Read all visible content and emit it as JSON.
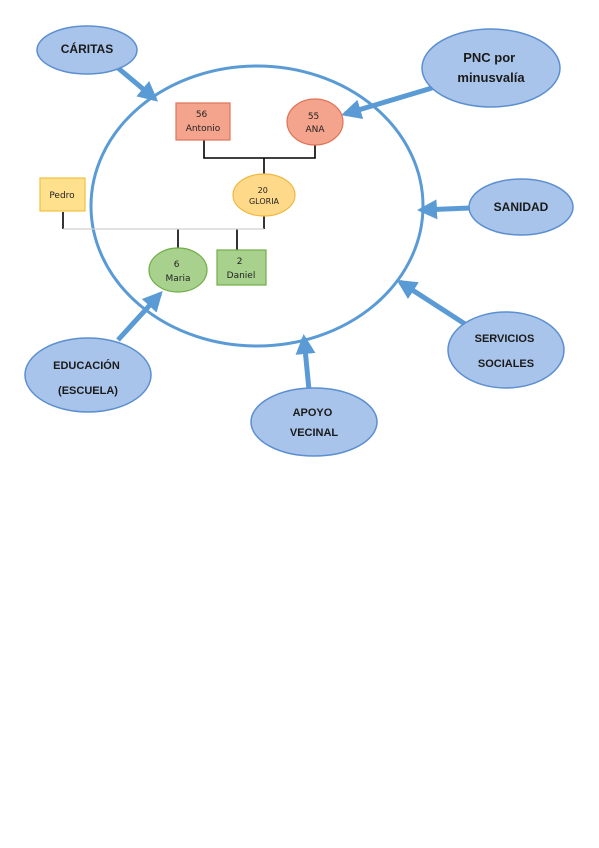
{
  "external_systems": [
    {
      "id": "caritas",
      "lines": [
        "CÁRITAS"
      ]
    },
    {
      "id": "pnc",
      "lines": [
        "PNC por",
        "minusvalía"
      ]
    },
    {
      "id": "sanidad",
      "lines": [
        "SANIDAD"
      ]
    },
    {
      "id": "servicios-sociales",
      "lines": [
        "SERVICIOS",
        "SOCIALES"
      ]
    },
    {
      "id": "apoyo-vecinal",
      "lines": [
        "APOYO",
        "VECINAL"
      ]
    },
    {
      "id": "educacion",
      "lines": [
        "EDUCACIÓN",
        "(ESCUELA)"
      ]
    }
  ],
  "family_members": [
    {
      "id": "antonio",
      "shape": "square",
      "lines": [
        "56",
        "Antonio"
      ]
    },
    {
      "id": "ana",
      "shape": "circle",
      "lines": [
        "55",
        "ANA"
      ]
    },
    {
      "id": "gloria",
      "shape": "circle",
      "lines": [
        "20",
        "GLORIA"
      ]
    },
    {
      "id": "pedro",
      "shape": "square",
      "lines": [
        "Pedro"
      ]
    },
    {
      "id": "maria",
      "shape": "circle",
      "lines": [
        "6",
        "Maria"
      ]
    },
    {
      "id": "daniel",
      "shape": "square",
      "lines": [
        "2",
        "Daniel"
      ]
    }
  ],
  "colors": {
    "ext_fill": "#a9c4ea",
    "ext_stroke": "#5b8fd0",
    "arrow": "#5b9bd5",
    "boundary": "#5b9bd5",
    "parents_fill": "#f4a48c",
    "parents_stroke": "#e0735a",
    "gloria_fill": "#ffd98a",
    "gloria_stroke": "#f0b840",
    "pedro_fill": "#ffe08c",
    "pedro_stroke": "#f0c040",
    "child_fill": "#a9d18e",
    "child_stroke": "#70ad47",
    "line": "#000000",
    "pedro_link": "#d0d0d0"
  }
}
